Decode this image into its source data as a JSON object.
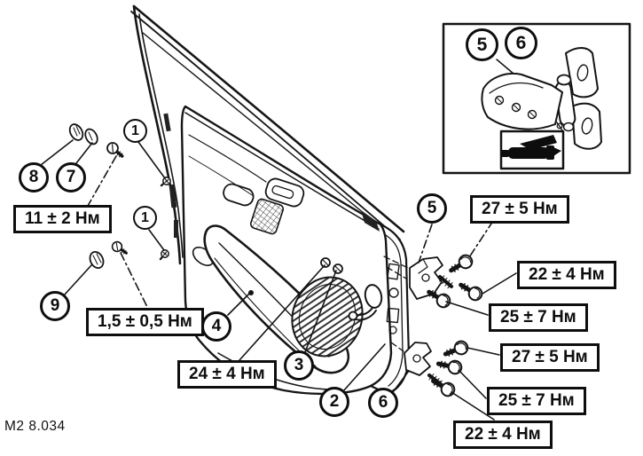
{
  "figure": {
    "code": "M2 8.034"
  },
  "callouts": {
    "c1a": "1",
    "c1b": "1",
    "c2": "2",
    "c3": "3",
    "c4": "4",
    "c5": "5",
    "c6": "6",
    "c7": "7",
    "c8": "8",
    "c9": "9",
    "inset5": "5",
    "inset6": "6"
  },
  "torque_labels": {
    "trim_screws": "11 ± 2 Нм",
    "small_screws": "1,5 ± 0,5 Нм",
    "check_strap": "24 ± 4 Нм",
    "upper_hinge_bolt": "27 ± 5 Нм",
    "upper_hinge_nut": "22 ± 4 Нм",
    "upper_hinge_pillar_bolt": "25 ± 7 Нм",
    "lower_hinge_bolt": "27 ± 5 Нм",
    "lower_hinge_pillar_bolt": "25 ± 7 Нм",
    "lower_hinge_nut": "22 ± 4 Нм"
  },
  "icons": {
    "lubrication": "grease-gun"
  }
}
